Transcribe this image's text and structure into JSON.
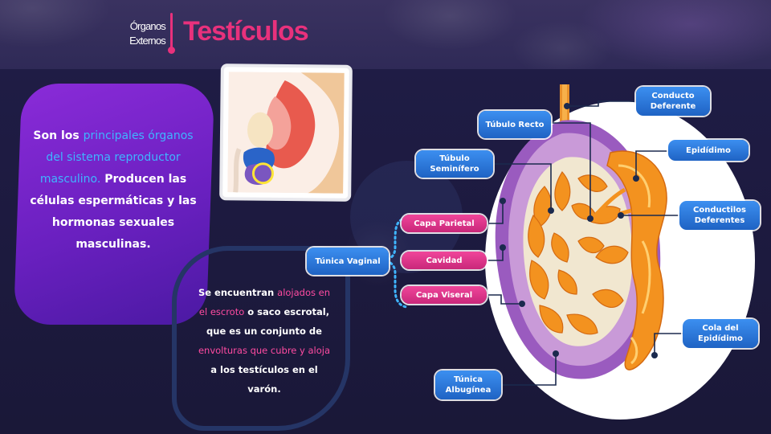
{
  "header": {
    "subtitle": "Órganos Externos",
    "title": "Testículos"
  },
  "info_card": {
    "parts": [
      {
        "text": "Son los ",
        "highlight": false
      },
      {
        "text": "principales órganos del sistema reproductor masculino.",
        "highlight": true
      },
      {
        "text": " Producen las células espermáticas y las hormonas sexuales masculinas.",
        "highlight": false
      }
    ]
  },
  "bubble": {
    "parts": [
      {
        "text": "Se encuentran ",
        "highlight": false
      },
      {
        "text": "alojados en el escroto",
        "highlight": true
      },
      {
        "text": " o saco escrotal, que es un conjunto de ",
        "highlight": false
      },
      {
        "text": "envolturas que cubre y aloja",
        "highlight": true
      },
      {
        "text": " a los testículos en el varón.",
        "highlight": false
      }
    ]
  },
  "labels": {
    "conducto_deferente": "Conducto Deferente",
    "tubulo_recto": "Túbulo Recto",
    "epididimo": "Epidídimo",
    "tubulo_seminifero": "Túbulo Seminífero",
    "conductilos_deferentes": "Conductilos Deferentes",
    "capa_parietal": "Capa Parietal",
    "tunica_vaginal": "Túnica Vaginal",
    "cavidad": "Cavidad",
    "capa_viseral": "Capa Viseral",
    "cola_epididimo": "Cola del Epidídimo",
    "tunica_albuginea": "Túnica Albugínea"
  },
  "colors": {
    "accent_pink": "#e8317c",
    "highlight_blue": "#3fb5ff",
    "highlight_pink": "#ff4ba1",
    "label_blue": "#2a78de",
    "label_pink": "#e0378c",
    "card_purple": "#7a25cc"
  }
}
